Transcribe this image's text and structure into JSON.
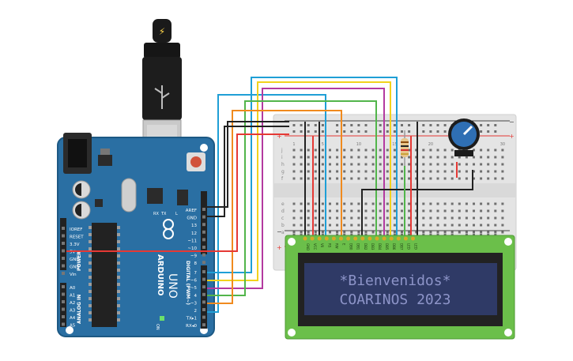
{
  "arduino": {
    "brand": "ARDUINO",
    "model": "UNO",
    "power_header_title": "POWER",
    "analog_header_title": "ANALOG IN",
    "digital_header_title": "DIGITAL (PWM~)",
    "power_pins": [
      "IOREF",
      "RESET",
      "3.3V",
      "5V",
      "GND",
      "GND",
      "Vin"
    ],
    "analog_pins": [
      "A0",
      "A1",
      "A2",
      "A3",
      "A4",
      "A5"
    ],
    "digital_pins_top": [
      "AREF",
      "GND",
      "13",
      "12",
      "~11",
      "~10",
      "~9",
      "8"
    ],
    "digital_pins_bottom": [
      "7",
      "~6",
      "~5",
      "4",
      "~3",
      "2",
      "TX▸1",
      "RX◂0"
    ],
    "rx_tx": [
      "RX",
      "TX"
    ],
    "led_l": "L",
    "led_on": "ON"
  },
  "breadboard": {
    "columns": [
      "1",
      "",
      "",
      "",
      "5",
      "",
      "",
      "",
      "",
      "10",
      "",
      "",
      "",
      "",
      "15",
      "",
      "",
      "",
      "",
      "20",
      "",
      "",
      "",
      "",
      "25",
      "",
      "",
      "",
      "",
      "30"
    ],
    "rows_top": [
      "j",
      "i",
      "h",
      "g",
      "f"
    ],
    "rows_bottom": [
      "e",
      "d",
      "c",
      "b",
      "a"
    ],
    "rail_minus": "−",
    "rail_plus": "+"
  },
  "lcd": {
    "pins": [
      "GND",
      "VCC",
      "V0",
      "RS",
      "RW",
      "E",
      "DB0",
      "DB1",
      "DB2",
      "DB3",
      "DB4",
      "DB5",
      "DB6",
      "DB7",
      "LED",
      "LED"
    ],
    "line1": "*Bienvenidos*",
    "line2": "COARINOS 2023",
    "colors": {
      "backlight": "#2f3a66",
      "text": "#8d94c8",
      "pcb": "#6bbf4a"
    }
  },
  "wire_colors": {
    "cyan": "#1f9fd6",
    "yellow": "#f2d21c",
    "magenta": "#b33aa0",
    "green": "#52b54b",
    "orange": "#f08a1e",
    "red": "#e53935",
    "black": "#222222"
  }
}
